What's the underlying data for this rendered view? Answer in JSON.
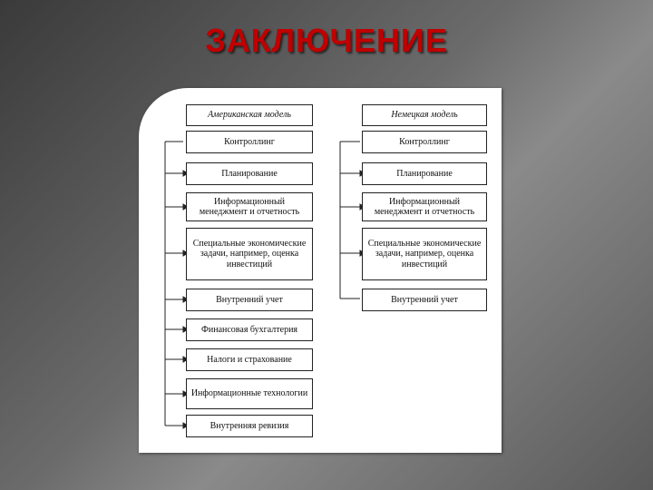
{
  "title": "ЗАКЛЮЧЕНИЕ",
  "diagram": {
    "left": {
      "header": "Американская модель",
      "items": [
        "Контроллинг",
        "Планирование",
        "Информационный менеджмент и отчетность",
        "Специальные экономические задачи, например, оценка инвестиций",
        "Внутренний учет",
        "Финансовая бухгалтерия",
        "Налоги и страхование",
        "Информационные технологии",
        "Внутренняя ревизия"
      ]
    },
    "right": {
      "header": "Немецкая модель",
      "items": [
        "Контроллинг",
        "Планирование",
        "Информационный менеджмент и отчетность",
        "Специальные экономические задачи, например, оценка инвестиций",
        "Внутренний учет"
      ]
    }
  }
}
